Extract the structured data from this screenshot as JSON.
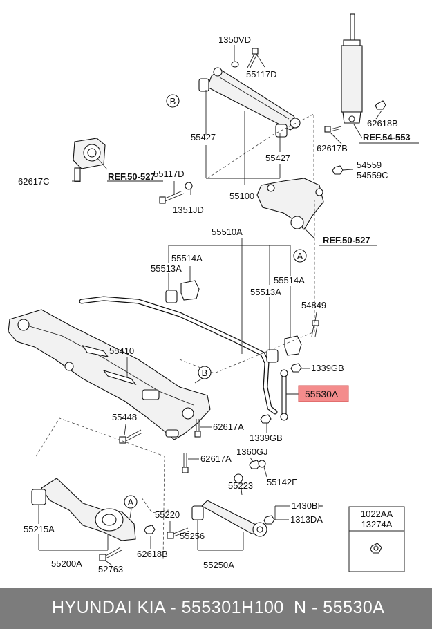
{
  "labels": {
    "l1350VD": "1350VD",
    "l55117D_top": "55117D",
    "l55427_a": "55427",
    "l55427_b": "55427",
    "l55117D_mid": "55117D",
    "l1351JD": "1351JD",
    "l55100": "55100",
    "l62617C": "62617C",
    "ref_left": "REF.50-527",
    "l62618B_top": "62618B",
    "l62617B": "62617B",
    "ref_top_right": "REF.54-553",
    "l54559": "54559",
    "l54559C": "54559C",
    "ref_mid_right": "REF.50-527",
    "l55510A": "55510A",
    "l55514A_left": "55514A",
    "l55513A_left": "55513A",
    "l55514A_right": "55514A",
    "l55513A_right": "55513A",
    "l54849": "54849",
    "l1339GB_top": "1339GB",
    "l55530A": "55530A",
    "l1339GB_bot": "1339GB",
    "l55410": "55410",
    "l55448": "55448",
    "l62617A_a": "62617A",
    "l62617A_b": "62617A",
    "l1360GJ": "1360GJ",
    "l55142E": "55142E",
    "l55223": "55223",
    "l1430BF": "1430BF",
    "l1313DA": "1313DA",
    "l55220": "55220",
    "l55256": "55256",
    "l55250A": "55250A",
    "l55215A": "55215A",
    "l55200A": "55200A",
    "l62618B_bot": "62618B",
    "l52763": "52763"
  },
  "callouts": {
    "A1": "A",
    "B1": "B",
    "B2": "B",
    "A2": "A"
  },
  "inset": {
    "line1": "1022AA",
    "line2": "13274A"
  },
  "highlight": {
    "label": "55530A",
    "color": "#f48c8c"
  },
  "footer": {
    "brand": "HYUNDAI  KIA - 555301H100",
    "number": "N - 55530A"
  }
}
